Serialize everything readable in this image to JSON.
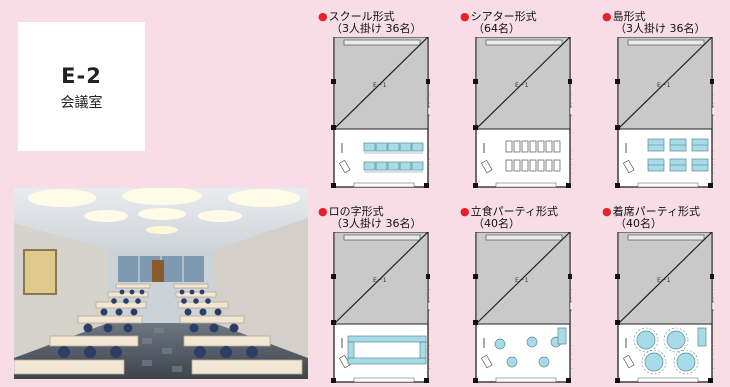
{
  "room": {
    "code": "E-2",
    "name": "会議室"
  },
  "photo": {
    "alt": "会議室 E-2"
  },
  "floor_plan_label": "E－1",
  "layouts": [
    {
      "title": "スクール形式",
      "capacity": "（3人掛け 36名）"
    },
    {
      "title": "シアター形式",
      "capacity": "（64名）"
    },
    {
      "title": "島形式",
      "capacity": "（3人掛け 36名）"
    },
    {
      "title": "ロの字形式",
      "capacity": "（3人掛け 36名）"
    },
    {
      "title": "立食パーティ形式",
      "capacity": "（40名）"
    },
    {
      "title": "着席パーティ形式",
      "capacity": "（40名）"
    }
  ],
  "colors": {
    "background": "#f8dde6",
    "accent_dot": "#e8202b",
    "furniture": "#a8dbe8",
    "room_fill": "#c9c9c9"
  }
}
